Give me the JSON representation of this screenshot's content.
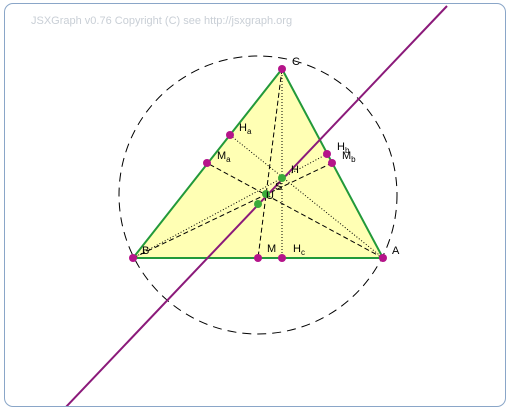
{
  "board": {
    "copyright": "JSXGraph v0.76 Copyright (C) see http://jsxgraph.org"
  },
  "points": {
    "A": {
      "label": "A",
      "sub": ""
    },
    "B": {
      "label": "B",
      "sub": ""
    },
    "C": {
      "label": "C",
      "sub": ""
    },
    "Ha": {
      "label": "H",
      "sub": "a"
    },
    "Hb": {
      "label": "H",
      "sub": "b"
    },
    "Hc": {
      "label": "H",
      "sub": "c"
    },
    "Ma": {
      "label": "M",
      "sub": "a"
    },
    "Mb": {
      "label": "M",
      "sub": "b"
    },
    "Mc": {
      "label": "M",
      "sub": ""
    },
    "H": {
      "label": "H",
      "sub": ""
    },
    "S": {
      "label": "S",
      "sub": ""
    },
    "U": {
      "label": "U",
      "sub": ""
    }
  },
  "colors": {
    "triangle_fill": "#ffffb4",
    "triangle_stroke": "#22993a",
    "euler_line": "#8b1a7a",
    "vertex_point": "#b5148a",
    "center_point": "#3aaa3a",
    "board_border": "#8aa6c8"
  }
}
